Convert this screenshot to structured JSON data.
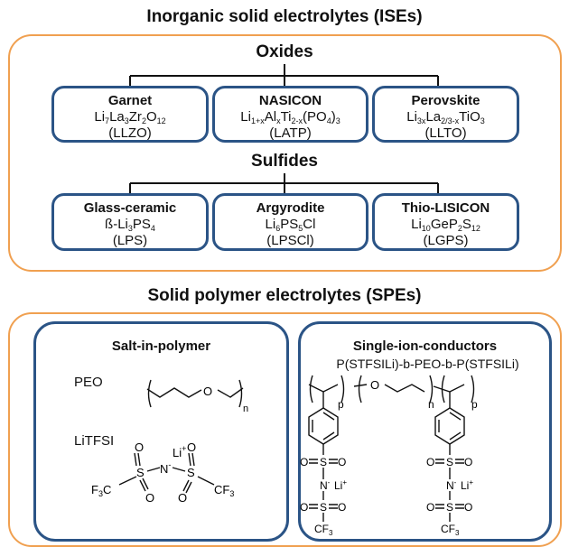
{
  "ise": {
    "title": "Inorganic solid electrolytes (ISEs)",
    "oxides": {
      "title": "Oxides",
      "cards": [
        {
          "name": "Garnet",
          "formula_html": "Li<sub>7</sub>La<sub>3</sub>Zr<sub>2</sub>O<sub>12</sub>",
          "abbr": "(LLZO)"
        },
        {
          "name": "NASICON",
          "formula_html": "Li<sub>1+x</sub>Al<sub>x</sub>Ti<sub>2-x</sub>(PO<sub>4</sub>)<sub>3</sub>",
          "abbr": "(LATP)"
        },
        {
          "name": "Perovskite",
          "formula_html": "Li<sub>3x</sub>La<sub>2/3-x</sub>TiO<sub>3</sub>",
          "abbr": "(LLTO)"
        }
      ]
    },
    "sulfides": {
      "title": "Sulfides",
      "cards": [
        {
          "name": "Glass-ceramic",
          "formula_html": "ß-Li<sub>3</sub>PS<sub>4</sub>",
          "abbr": "(LPS)"
        },
        {
          "name": "Argyrodite",
          "formula_html": "Li<sub>6</sub>PS<sub>5</sub>Cl",
          "abbr": "(LPSCl)"
        },
        {
          "name": "Thio-LISICON",
          "formula_html": "Li<sub>10</sub>GeP<sub>2</sub>S<sub>12</sub>",
          "abbr": "(LGPS)"
        }
      ]
    }
  },
  "spe": {
    "title": "Solid polymer electrolytes (SPEs)",
    "salt_in_polymer": {
      "title": "Salt-in-polymer",
      "peo_label": "PEO",
      "litfsi_label": "LiTFSI"
    },
    "single_ion": {
      "title": "Single-ion-conductors",
      "polymer_label": "P(STFSILi)-b-PEO-b-P(STFSILi)"
    }
  },
  "colors": {
    "orange_border": "#F0A050",
    "blue_border": "#2B5486"
  }
}
